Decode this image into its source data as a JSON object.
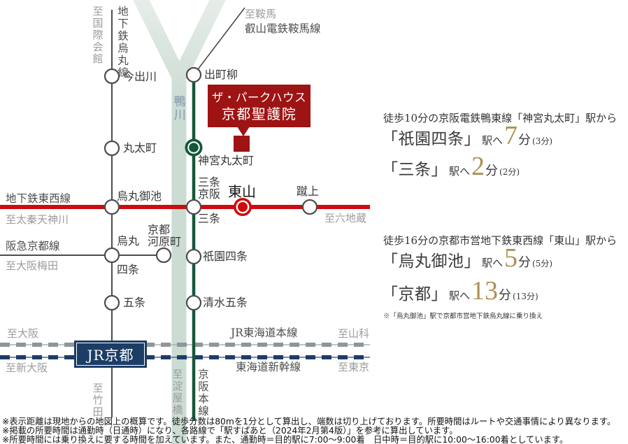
{
  "map": {
    "line_labels": {
      "karasuma": "地下鉄烏丸線",
      "eizan": "叡山電鉄鞍馬線",
      "tozai": "地下鉄東西線",
      "hankyu": "阪急京都線",
      "jr_tokaido": "JR東海道本線",
      "shinkansen": "東海道新幹線",
      "keihan": "京阪本線",
      "river": "鴨川"
    },
    "destinations": {
      "kokusaikaikan": "至国際会館",
      "kurama": "至鞍馬",
      "uzumasa_tenjingawa": "至太秦天神川",
      "rokujizo": "至六地蔵",
      "osaka_umeda": "至大阪梅田",
      "osaka": "至大阪",
      "shin_osaka": "至新大阪",
      "yamashina": "至山科",
      "tokyo": "至東京",
      "takeda": "至竹田",
      "yodoyabashi": "至淀屋橋"
    },
    "stations": {
      "imadegawa": "今出川",
      "demachiyanagi": "出町柳",
      "marutamachi": "丸太町",
      "jingu_marutamachi": "神宮丸太町",
      "karasuma_oike": "烏丸御池",
      "sanjo_keihan": "三条\n京阪",
      "sanjo": "三条",
      "higashiyama": "東山",
      "keage": "蹴上",
      "karasuma": "烏丸",
      "shijo": "四条",
      "kyoto_kawaramachi": "京都\n河原町",
      "gion_shijo": "祇園四条",
      "gojo": "五条",
      "kiyomizu_gojo": "清水五条",
      "jr_kyoto": "JR京都"
    },
    "property": {
      "line1": "ザ・パークハウス",
      "line2": "京都聖護院"
    }
  },
  "access": {
    "sections": [
      {
        "header": "徒歩10分の京阪電鉄鴨東線「神宮丸太町」駅から",
        "routes": [
          {
            "station": "「祇園四条」",
            "to": "駅へ",
            "minutes": "7",
            "unit": "分",
            "paren": "(3分)"
          },
          {
            "station": "「三条」",
            "to": "駅へ",
            "minutes": "2",
            "unit": "分",
            "paren": "(2分)"
          }
        ]
      },
      {
        "header": "徒歩16分の京都市営地下鉄東西線「東山」駅から",
        "routes": [
          {
            "station": "「烏丸御池」",
            "to": "駅へ",
            "minutes": "5",
            "unit": "分",
            "paren": "(5分)"
          },
          {
            "station": "「京都」",
            "to": "駅へ",
            "minutes": "13",
            "unit": "分",
            "paren": "(13分)"
          }
        ],
        "note": "※「烏丸御池」駅で京都市営地下鉄烏丸線に乗り換え"
      }
    ]
  },
  "disclaimer": [
    "※表示距離は現地からの地図上の概算です。徒歩分数は80mを1分として算出し、端数は切り上げております。所要時間はルートや交通事情により異なります。",
    "※掲載の所要時間は通勤時（日通時）になり、各路線で「駅すぱあと（2024年2月第4版）」を参考に算出しています。",
    "※所要時間には乗り換えに要する時間を加えています。また、通勤時＝目的駅に7:00～9:00着　日中時＝目的駅に10:00～16:00着としています。"
  ],
  "colors": {
    "tozai_red": "#CE0B0E",
    "keihan_green": "#14573A",
    "navy": "#1C3D66",
    "property_red": "#9E1313",
    "gold": "#AD9153",
    "river": "#CBDCD3"
  }
}
